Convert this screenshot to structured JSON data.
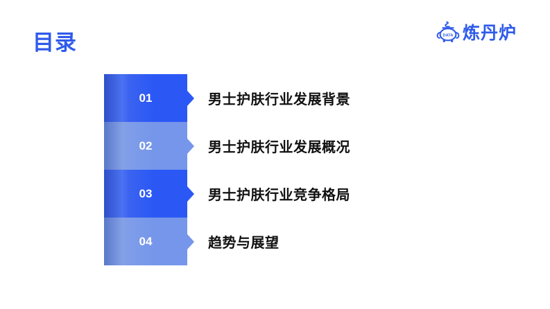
{
  "header": {
    "title": "目录",
    "logo": {
      "icon": "data-pot-icon",
      "icon_text": "DATA",
      "text": "炼丹炉"
    }
  },
  "colors": {
    "accent": "#2f5bea",
    "dark_block": "#2b58f5",
    "light_block": "#7596ea",
    "text": "#111111"
  },
  "toc": {
    "items": [
      {
        "number": "01",
        "label": "男士护肤行业发展背景",
        "style": "dark"
      },
      {
        "number": "02",
        "label": "男士护肤行业发展概况",
        "style": "light"
      },
      {
        "number": "03",
        "label": "男士护肤行业竞争格局",
        "style": "dark"
      },
      {
        "number": "04",
        "label": "趋势与展望",
        "style": "light"
      }
    ]
  }
}
